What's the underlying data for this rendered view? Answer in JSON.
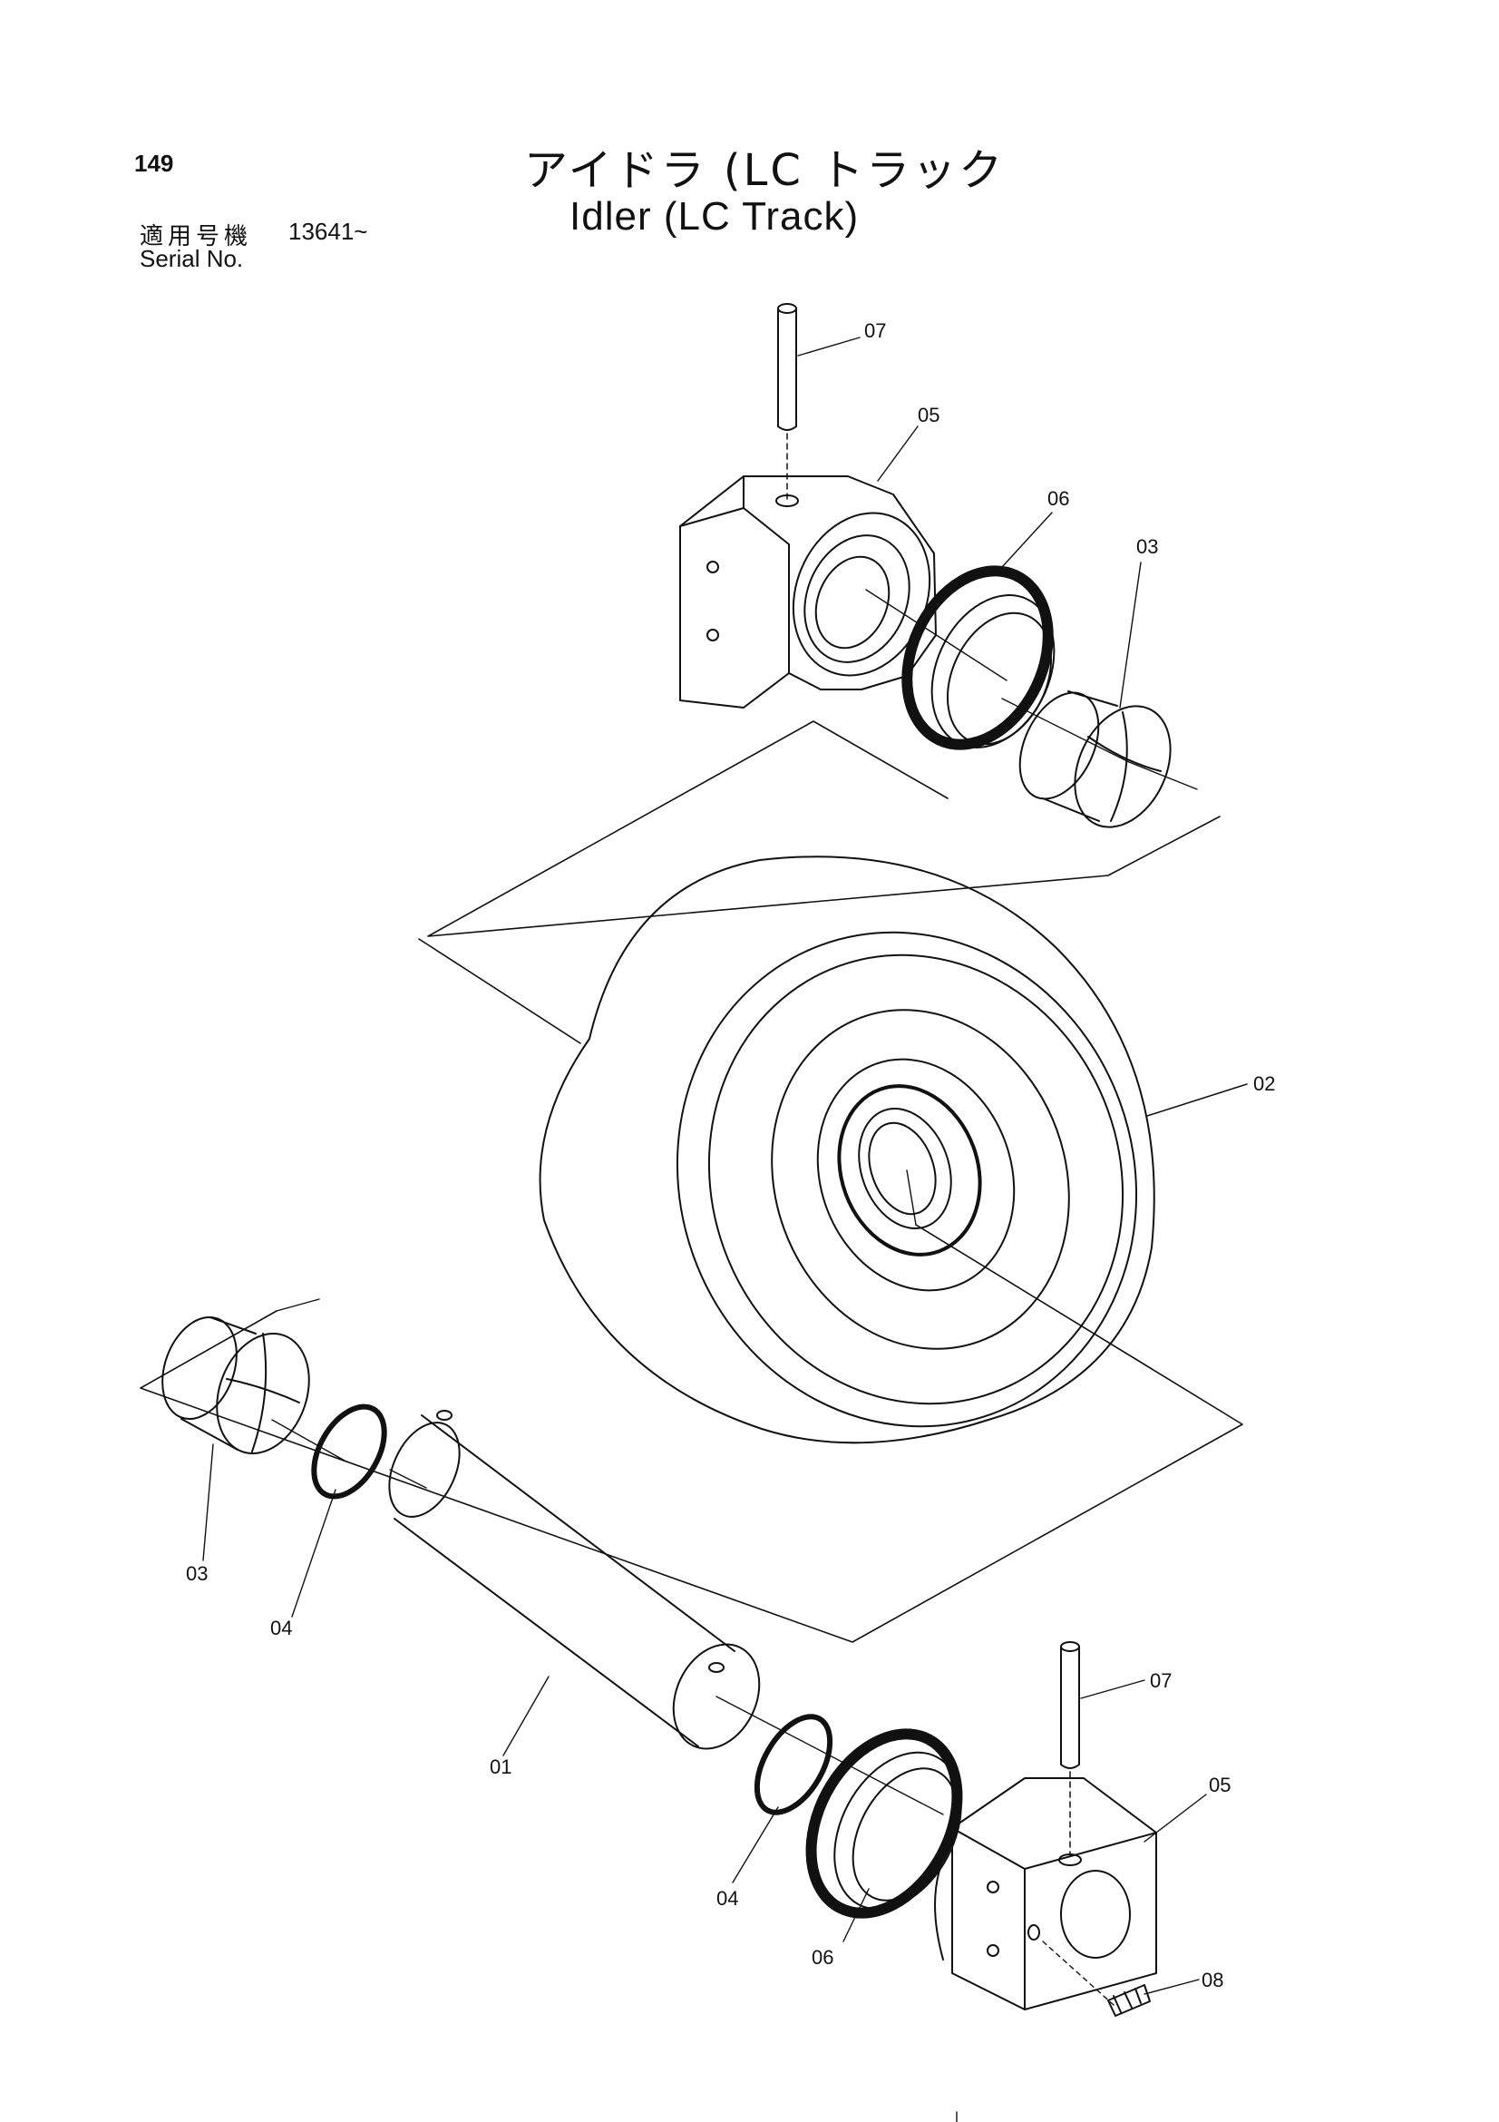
{
  "header": {
    "page_number": "149",
    "title_jp": "アイドラ (LC トラック",
    "title_en": "Idler (LC Track)",
    "serial_label_jp": "適用号機",
    "serial_value": "13641~",
    "serial_label_en": "Serial No."
  },
  "callouts": {
    "c01": "01",
    "c02": "02",
    "c03_top": "03",
    "c03_left": "03",
    "c04_left": "04",
    "c04_bottom": "04",
    "c05_top": "05",
    "c05_bottom": "05",
    "c06_top": "06",
    "c06_bottom": "06",
    "c07_top": "07",
    "c07_bottom": "07",
    "c08": "08"
  }
}
